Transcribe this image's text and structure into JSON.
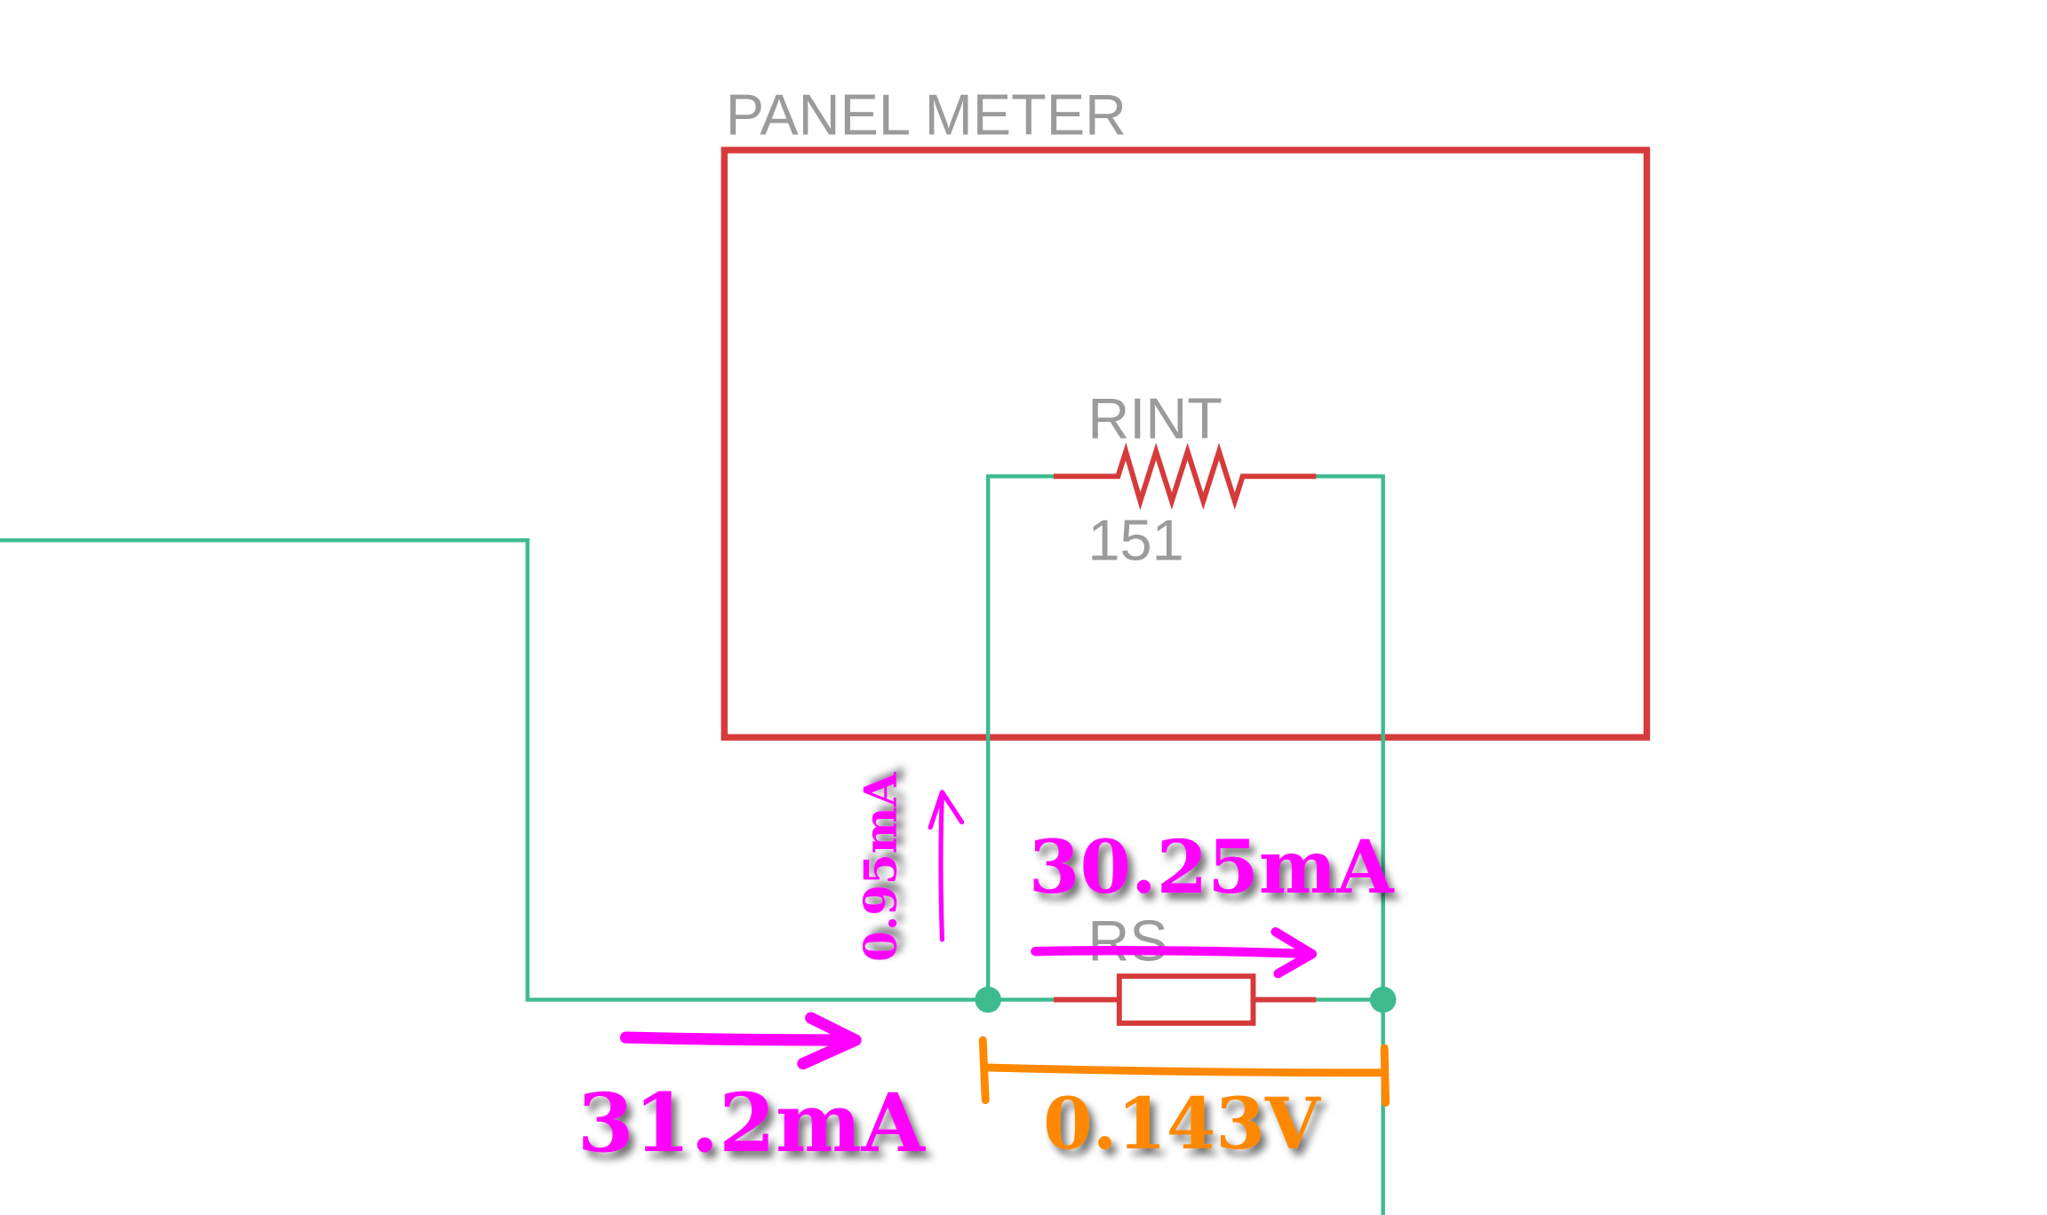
{
  "schematic": {
    "block_label": "PANEL METER",
    "rint": {
      "name": "RINT",
      "value": "151"
    },
    "rs": {
      "name": "RS"
    }
  },
  "annotations": {
    "total_current": "31.2mA",
    "shunt_current": "30.25mA",
    "meter_current": "0.95mA",
    "shunt_voltage": "0.143V"
  },
  "colors": {
    "wire": "#3dbb8f",
    "component": "#d63a3a",
    "label": "#9b9b9b",
    "current_annotation": "#ff00ff",
    "voltage_annotation": "#ff8800"
  }
}
